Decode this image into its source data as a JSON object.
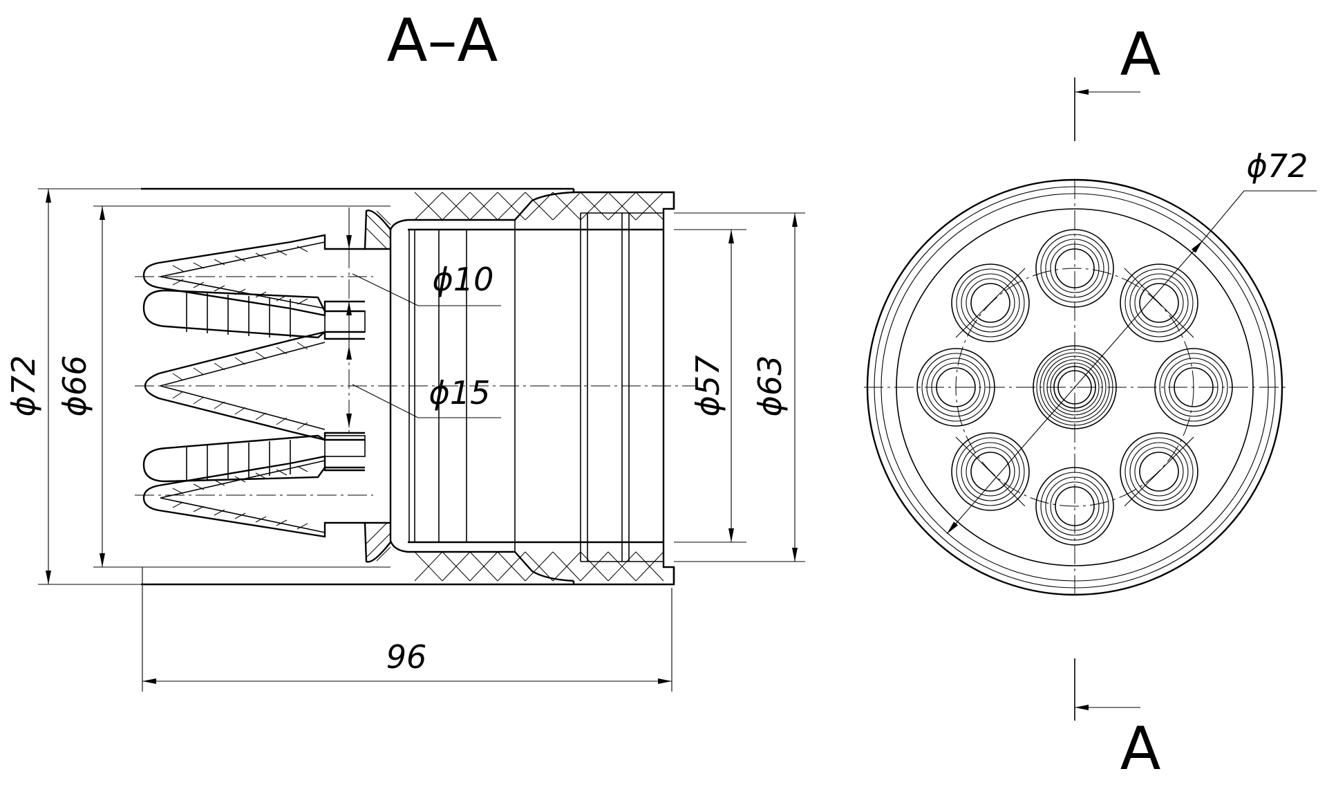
{
  "section_title": "A–A",
  "section_marks": {
    "top": "A",
    "bottom": "A"
  },
  "side_view_dimensions": {
    "outer_diameter": "ϕ72",
    "inner_diameter": "ϕ66",
    "small_hole": "ϕ10",
    "center_hole": "ϕ15",
    "bore_diameter": "ϕ57",
    "rim_diameter": "ϕ63",
    "length": "96"
  },
  "end_view_dimensions": {
    "outer_diameter": "ϕ72"
  },
  "end_view": {
    "outer_ports_count": 8,
    "central_port_count": 1
  }
}
